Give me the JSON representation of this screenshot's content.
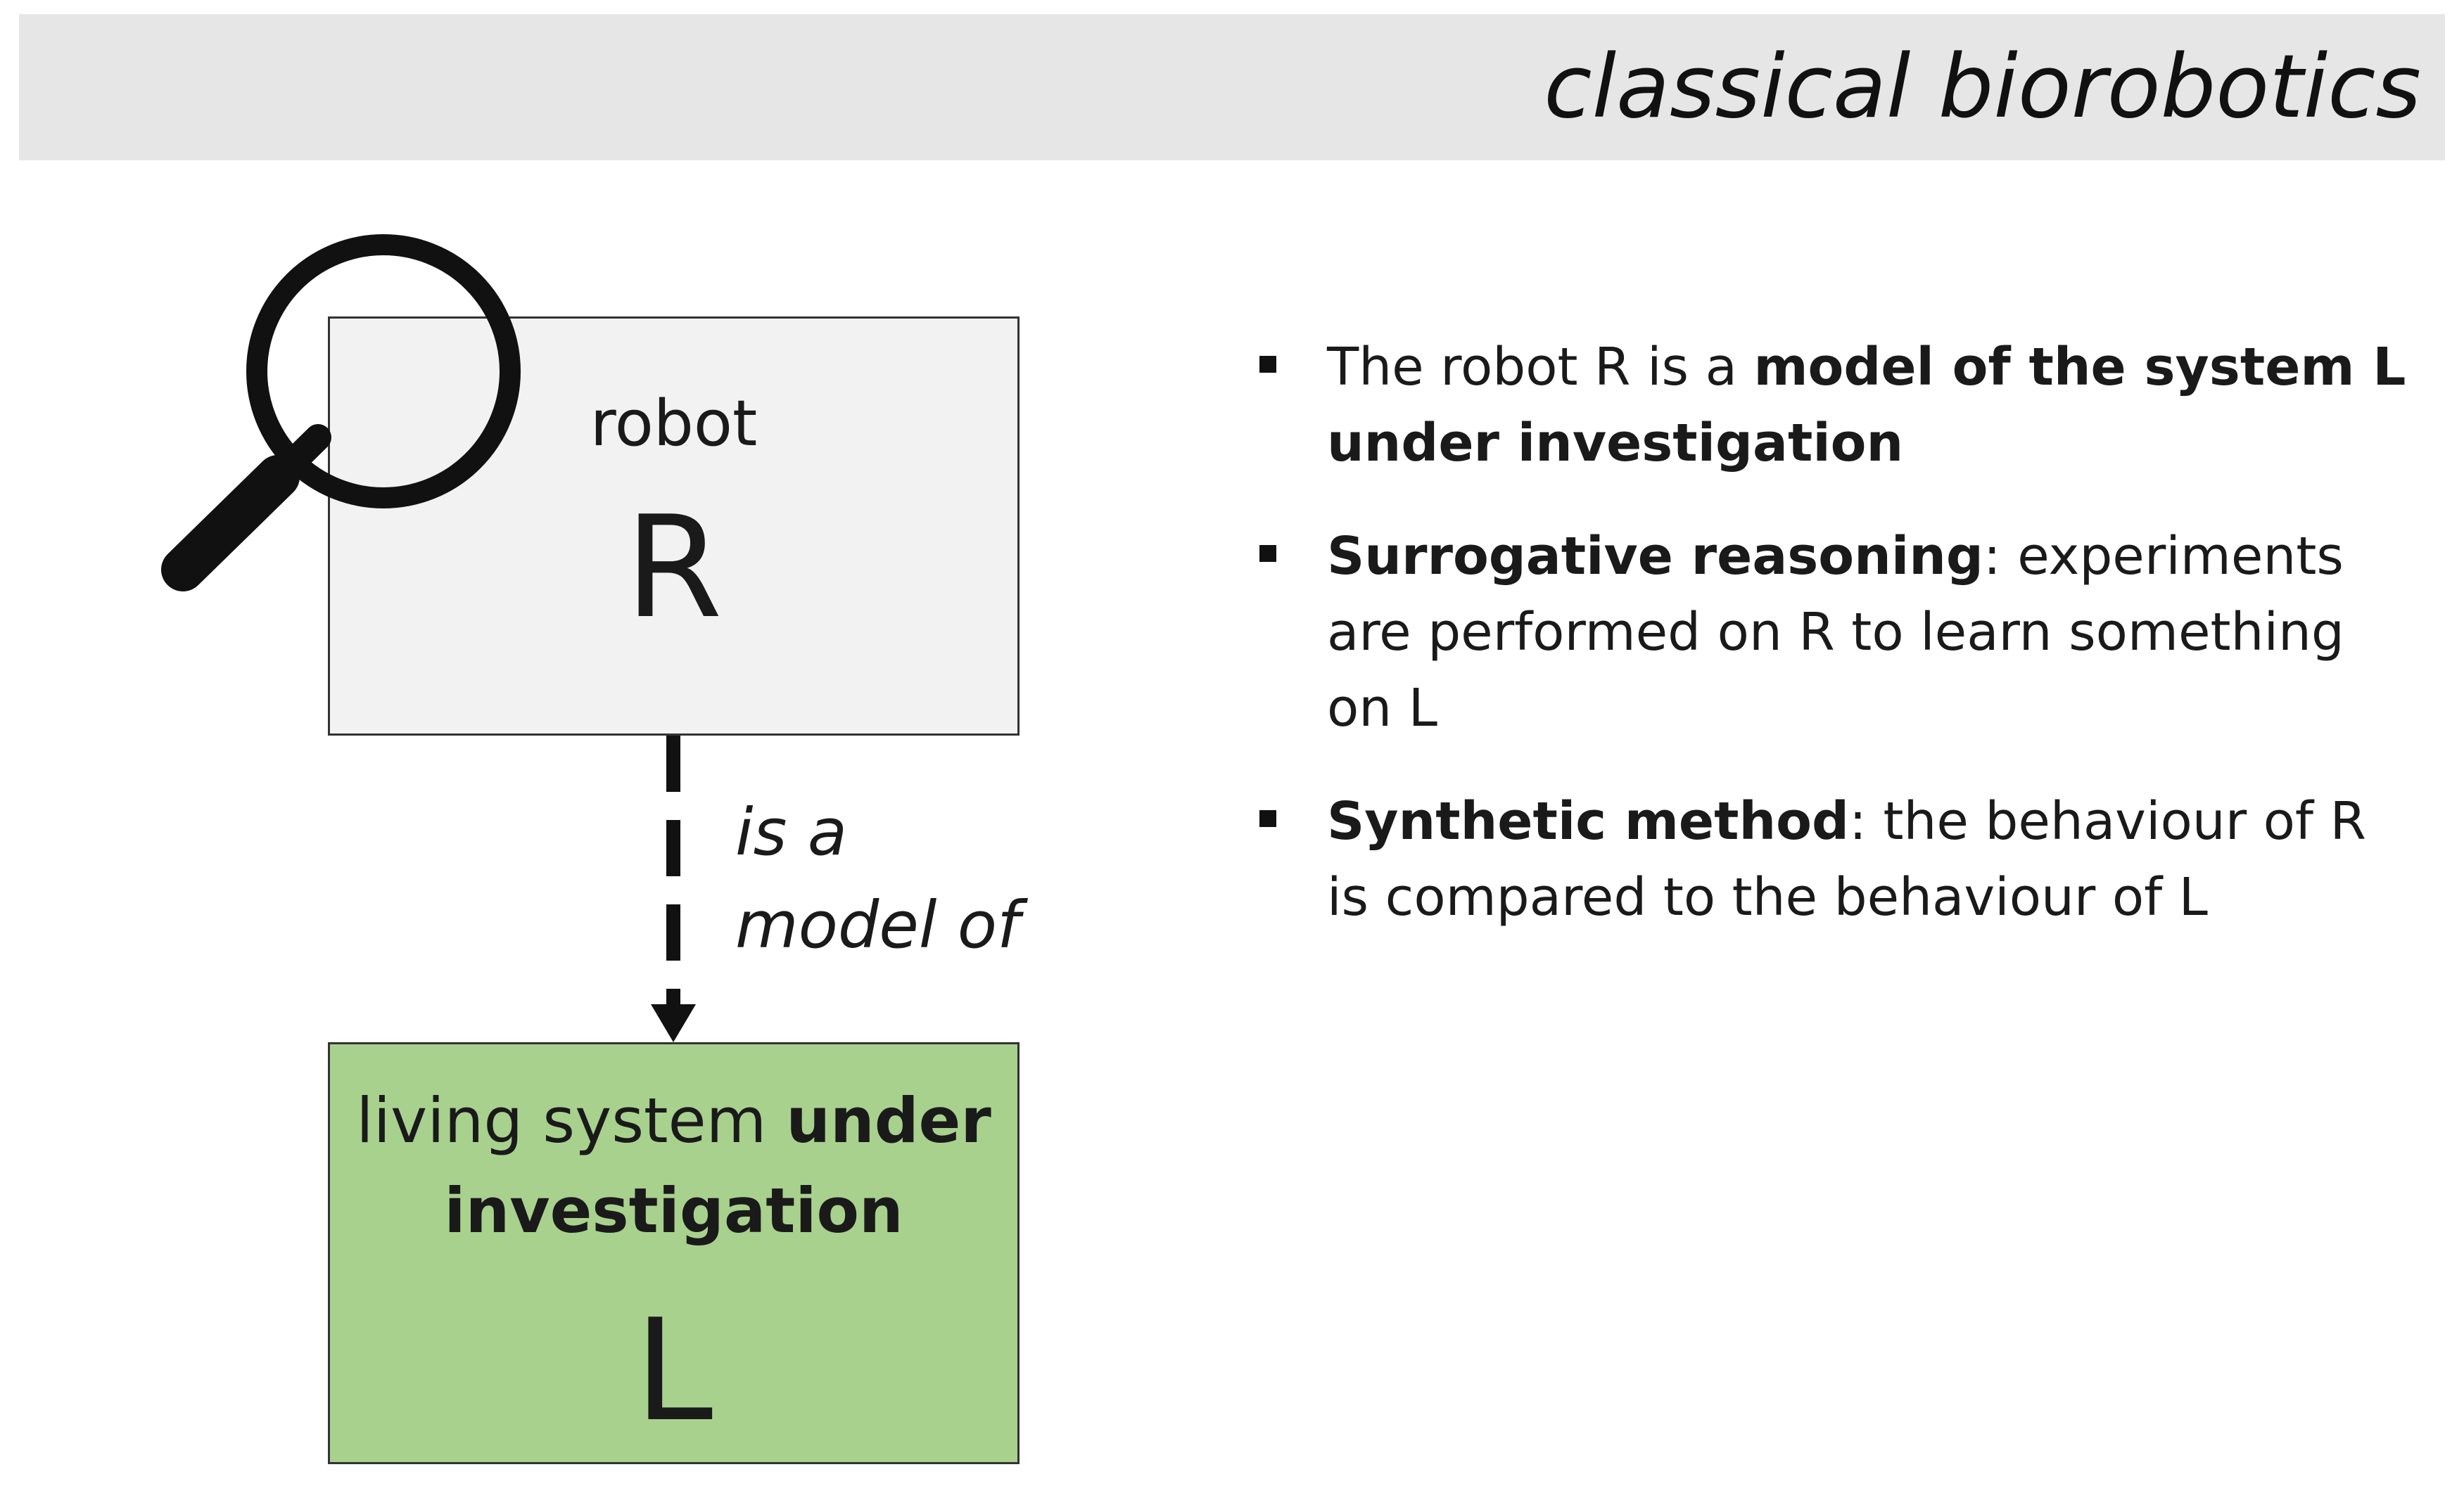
{
  "header": {
    "title": "classical biorobotics"
  },
  "robot_box": {
    "label": "robot",
    "letter": "R"
  },
  "relation": {
    "label": "is a model of"
  },
  "living_box": {
    "text_normal": "living system ",
    "text_bold": "under investigation",
    "letter": "L"
  },
  "bullets": [
    {
      "pre": "The robot R is a ",
      "bold": "model of the system L under investigation",
      "post": ""
    },
    {
      "pre": "",
      "bold": "Surrogative reasoning",
      "post": ": experiments are performed on R to learn something on L"
    },
    {
      "pre": "",
      "bold": "Synthetic method",
      "post": ": the behaviour of R is compared to the behaviour of L"
    }
  ],
  "icons": {
    "magnifier": "magnifying-glass-icon"
  },
  "colors": {
    "header_band": "#e6e6e6",
    "robot_fill": "#f2f2f2",
    "living_fill": "#a9d18e"
  }
}
